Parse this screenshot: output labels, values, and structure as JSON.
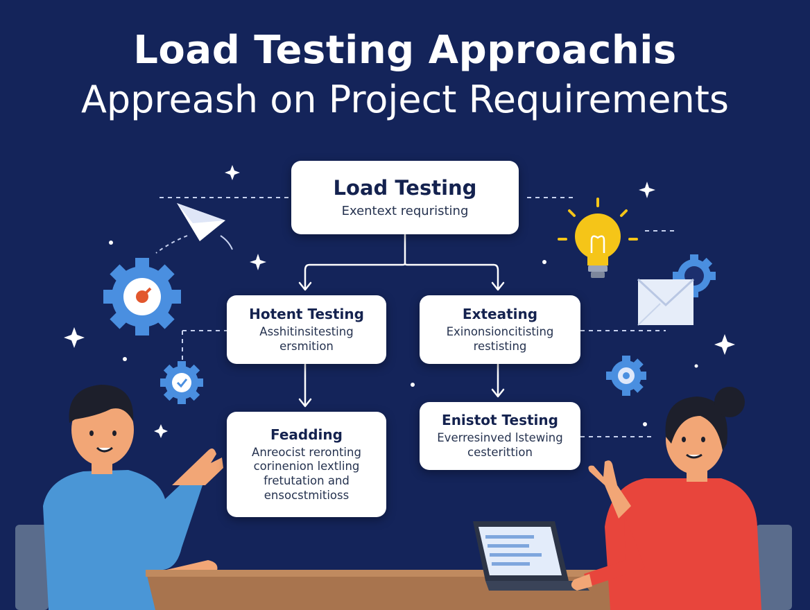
{
  "title": "Load Testing Approachis",
  "subtitle": "Appreash on Project Requirements",
  "nodes": {
    "root": {
      "title": "Load Testing",
      "lines": [
        "Exentext requristing"
      ]
    },
    "left": {
      "title": "Hotent Testing",
      "lines": [
        "Asshitinsitesting",
        "ersmition"
      ]
    },
    "right": {
      "title": "Exteating",
      "lines": [
        "Exinonsioncitisting",
        "restisting"
      ]
    },
    "feadding": {
      "title": "Feadding",
      "lines": [
        "Anreocist reronting",
        "corinenion lextling",
        "fretutation and",
        "ensocstmitioss"
      ]
    },
    "enistot": {
      "title": "Enistot Testing",
      "lines": [
        "Everresinved lstewing",
        "cesterittion"
      ]
    }
  },
  "colors": {
    "background": "#14245a",
    "card": "#ffffff",
    "gear": "#4a8fe0",
    "bulb": "#f5c518",
    "person_left_shirt": "#4a96d6",
    "person_right_shirt": "#e8453c",
    "desk": "#a8744e"
  },
  "icons": [
    "gear-icon",
    "paper-plane-icon",
    "lightbulb-icon",
    "envelope-icon",
    "sparkle-icon",
    "laptop-icon"
  ]
}
